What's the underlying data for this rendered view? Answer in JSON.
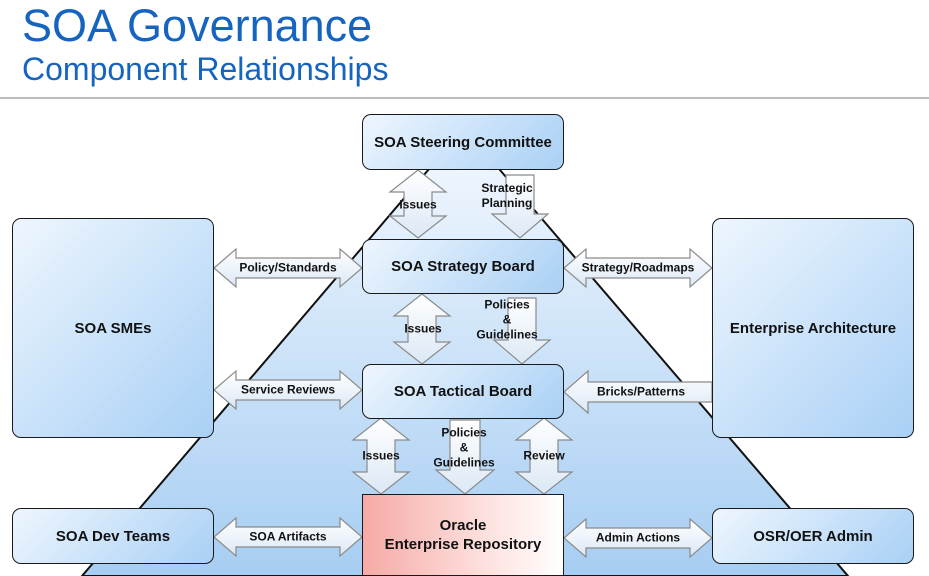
{
  "header": {
    "title": "SOA Governance",
    "subtitle": "Component Relationships"
  },
  "boxes": {
    "steering": "SOA Steering Committee",
    "strategy": "SOA Strategy Board",
    "tactical": "SOA Tactical Board",
    "repo_line1": "Oracle",
    "repo_line2": "Enterprise Repository",
    "smes": "SOA SMEs",
    "ea": "Enterprise Architecture",
    "devteams": "SOA Dev Teams",
    "osr": "OSR/OER Admin"
  },
  "arrows": {
    "issues_top": "Issues",
    "strategic_1": "Strategic",
    "strategic_2": "Planning",
    "policy_standards": "Policy/Standards",
    "strategy_roadmaps": "Strategy/Roadmaps",
    "issues_mid": "Issues",
    "policies_mid_1": "Policies",
    "policies_mid_2": "&",
    "policies_mid_3": "Guidelines",
    "service_reviews": "Service Reviews",
    "bricks_patterns": "Bricks/Patterns",
    "issues_low": "Issues",
    "policies_low_1": "Policies",
    "policies_low_2": "&",
    "policies_low_3": "Guidelines",
    "review": "Review",
    "soa_artifacts": "SOA Artifacts",
    "admin_actions": "Admin Actions"
  },
  "colors": {
    "title": "#1565c0",
    "box_fill_light": "#eef6fe",
    "box_fill_dark": "#a9d0f5",
    "repo_fill": "#f6aaa6"
  }
}
